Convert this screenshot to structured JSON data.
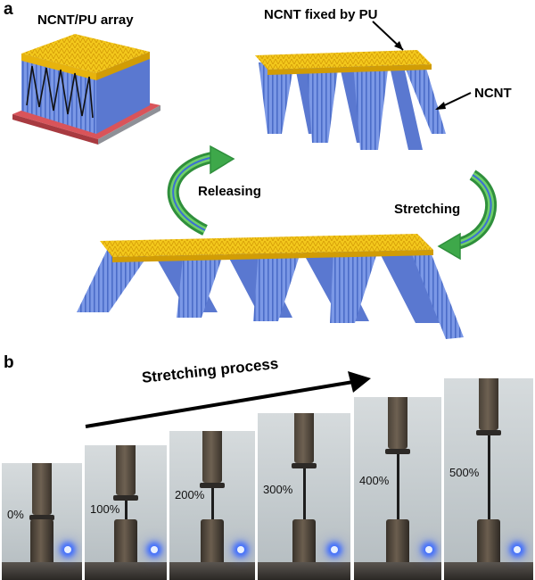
{
  "panel_a": {
    "letter": "a",
    "top_left_label": "NCNT/PU array",
    "top_right_label": "NCNT fixed by PU",
    "ncnt_label": "NCNT",
    "releasing_label": "Releasing",
    "stretching_label": "Stretching"
  },
  "panel_b": {
    "letter": "b",
    "process_label": "Stretching process",
    "photos": [
      {
        "strain": "0%"
      },
      {
        "strain": "100%"
      },
      {
        "strain": "200%"
      },
      {
        "strain": "300%"
      },
      {
        "strain": "400%"
      },
      {
        "strain": "500%"
      }
    ]
  },
  "colors": {
    "cnt_blue": "#6f8fe0",
    "pu_yellow": "#f2c418",
    "substrate_red": "#d9545a",
    "arrow_green": "#3ea84a"
  }
}
